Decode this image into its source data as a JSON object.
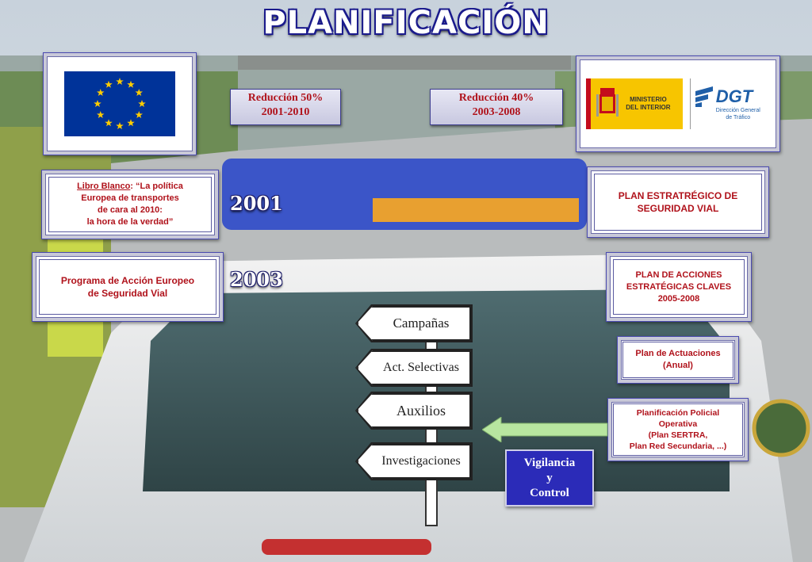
{
  "title": "PLANIFICACIÓN",
  "targets": [
    {
      "label": "Reducción 50%",
      "period": "2001-2010"
    },
    {
      "label": "Reducción 40%",
      "period": "2003-2008"
    }
  ],
  "years": [
    "2001",
    "2003"
  ],
  "logos": {
    "ministry": {
      "line1": "MINISTERIO",
      "line2": "DEL INTERIOR"
    },
    "dgt": {
      "name": "DGT",
      "line1": "Dirección General",
      "line2": "de Tráfico"
    }
  },
  "left_boxes": {
    "libro_blanco": {
      "link": "Libro Blanco",
      "rest1": ": “La política",
      "line2": "Europea de transportes",
      "line3": "de cara al 2010:",
      "line4": "la hora de la verdad”"
    },
    "programa": {
      "line1": "Programa de Acción Europeo",
      "line2": "de Seguridad Vial"
    }
  },
  "right_boxes": {
    "plan_estrategico": {
      "line1": "PLAN ESTRATRÉGICO DE",
      "line2": "SEGURIDAD VIAL"
    },
    "plan_acciones": {
      "line1": "PLAN DE ACCIONES",
      "line2": "ESTRATÉGICAS CLAVES",
      "line3": "2005-2008"
    },
    "plan_actuaciones": {
      "line1": "Plan de Actuaciones",
      "line2": "(Anual)"
    },
    "planificacion_policial": {
      "line1": "Planificación Policial",
      "line2": "Operativa",
      "line3": "(Plan SERTRA,",
      "line4": "Plan Red Secundaria, ...)"
    }
  },
  "signs": [
    "Campañas",
    "Act. Selectivas",
    "Auxilios",
    "Investigaciones"
  ],
  "vigilancia": {
    "line1": "Vigilancia",
    "line2": "y",
    "line3": "Control"
  },
  "colors": {
    "title_outline": "#1a1a8c",
    "box_text": "#b0121b",
    "eu_blue": "#003399",
    "eu_star": "#ffcc00",
    "arrow_green": "#b8e6a0",
    "vigilancia_bg": "#2b2bb8"
  }
}
